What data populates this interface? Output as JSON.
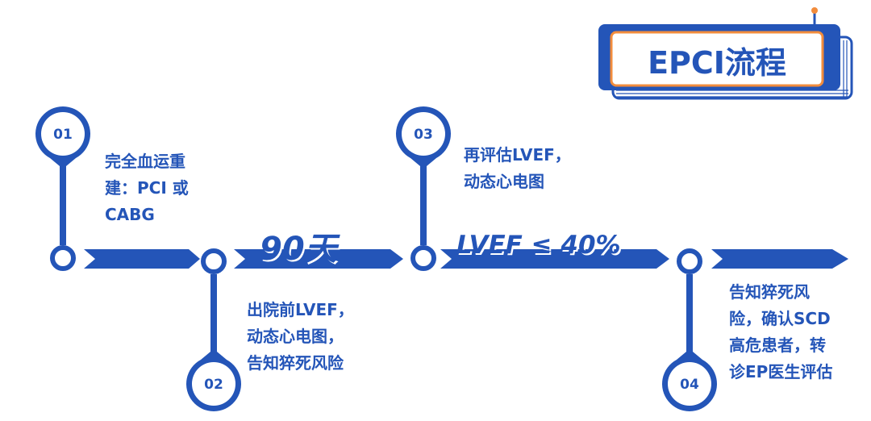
{
  "title": "EPCI流程",
  "colors": {
    "primary": "#2455b8",
    "accent": "#f28c3c",
    "background": "#ffffff"
  },
  "steps": [
    {
      "number": "01",
      "text": "完全血运重\n建：PCI 或\nCABG"
    },
    {
      "number": "02",
      "text": "出院前LVEF，\n动态心电图，\n告知猝死风险"
    },
    {
      "number": "03",
      "text": "再评估LVEF，\n动态心电图"
    },
    {
      "number": "04",
      "text": "告知猝死风\n险，确认SCD\n高危患者，转\n诊EP医生评估"
    }
  ],
  "phases": [
    {
      "label": "90天"
    },
    {
      "label": "LVEF ≤ 40%"
    }
  ],
  "icons": {
    "pin": "map-pin-icon",
    "arrow": "arrow-right-icon"
  }
}
